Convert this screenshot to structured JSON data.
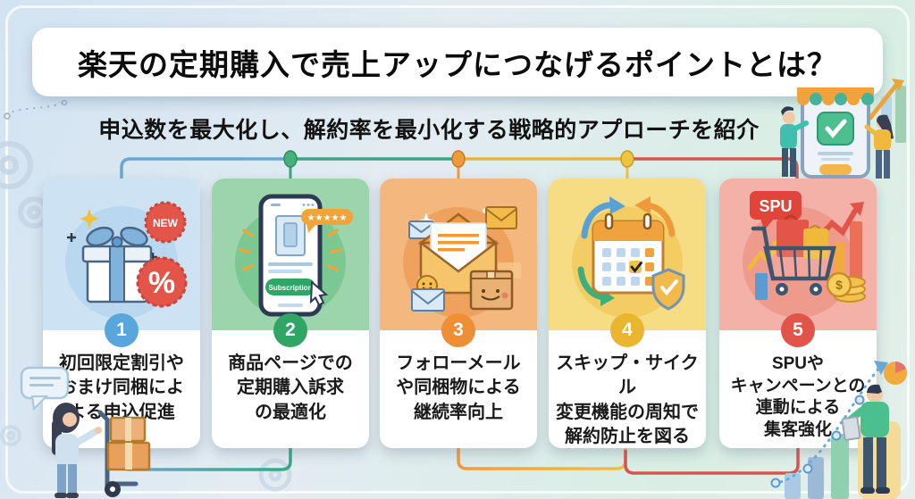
{
  "header": {
    "title": "楽天の定期購入で売上アップにつなげるポイントとは？",
    "subtitle": "申込数を最大化し、解約率を最小化する戦略的アプローチを紹介"
  },
  "cards": [
    {
      "number": "1",
      "lines": [
        "初回限定割引や",
        "おまけ同梱によ",
        "よる申込促進"
      ],
      "accent_color": "#58a6db",
      "panel_color": "#cde3f4",
      "art": {
        "new_badge": "NEW",
        "percent_badge": "%"
      }
    },
    {
      "number": "2",
      "lines": [
        "商品ページでの",
        "定期購入訴求",
        "の最適化"
      ],
      "accent_color": "#2fa666",
      "panel_color": "#9cd4ab",
      "art": {
        "button_label": "Subscription",
        "star_rating": "★★★★★"
      }
    },
    {
      "number": "3",
      "lines": [
        "フォローメール",
        "や同梱物による",
        "継続率向上"
      ],
      "accent_color": "#ee8f35",
      "panel_color": "#f4b87f"
    },
    {
      "number": "4",
      "lines": [
        "スキップ・サイクル",
        "変更機能の周知で",
        "解約防止を図る"
      ],
      "accent_color": "#eab52f",
      "panel_color": "#f6dc82"
    },
    {
      "number": "5",
      "lines": [
        "SPUや",
        "キャンペーンとの",
        "連動による",
        "集客強化"
      ],
      "accent_color": "#e0544a",
      "panel_color": "#f4b1a7",
      "art": {
        "spu_badge": "SPU",
        "coin_symbol": "$"
      }
    }
  ],
  "connector_colors": {
    "blue": "#6aa7cd",
    "green": "#3aa585",
    "orange": "#f09a3e",
    "yellow": "#eec23f",
    "red": "#d95450"
  }
}
